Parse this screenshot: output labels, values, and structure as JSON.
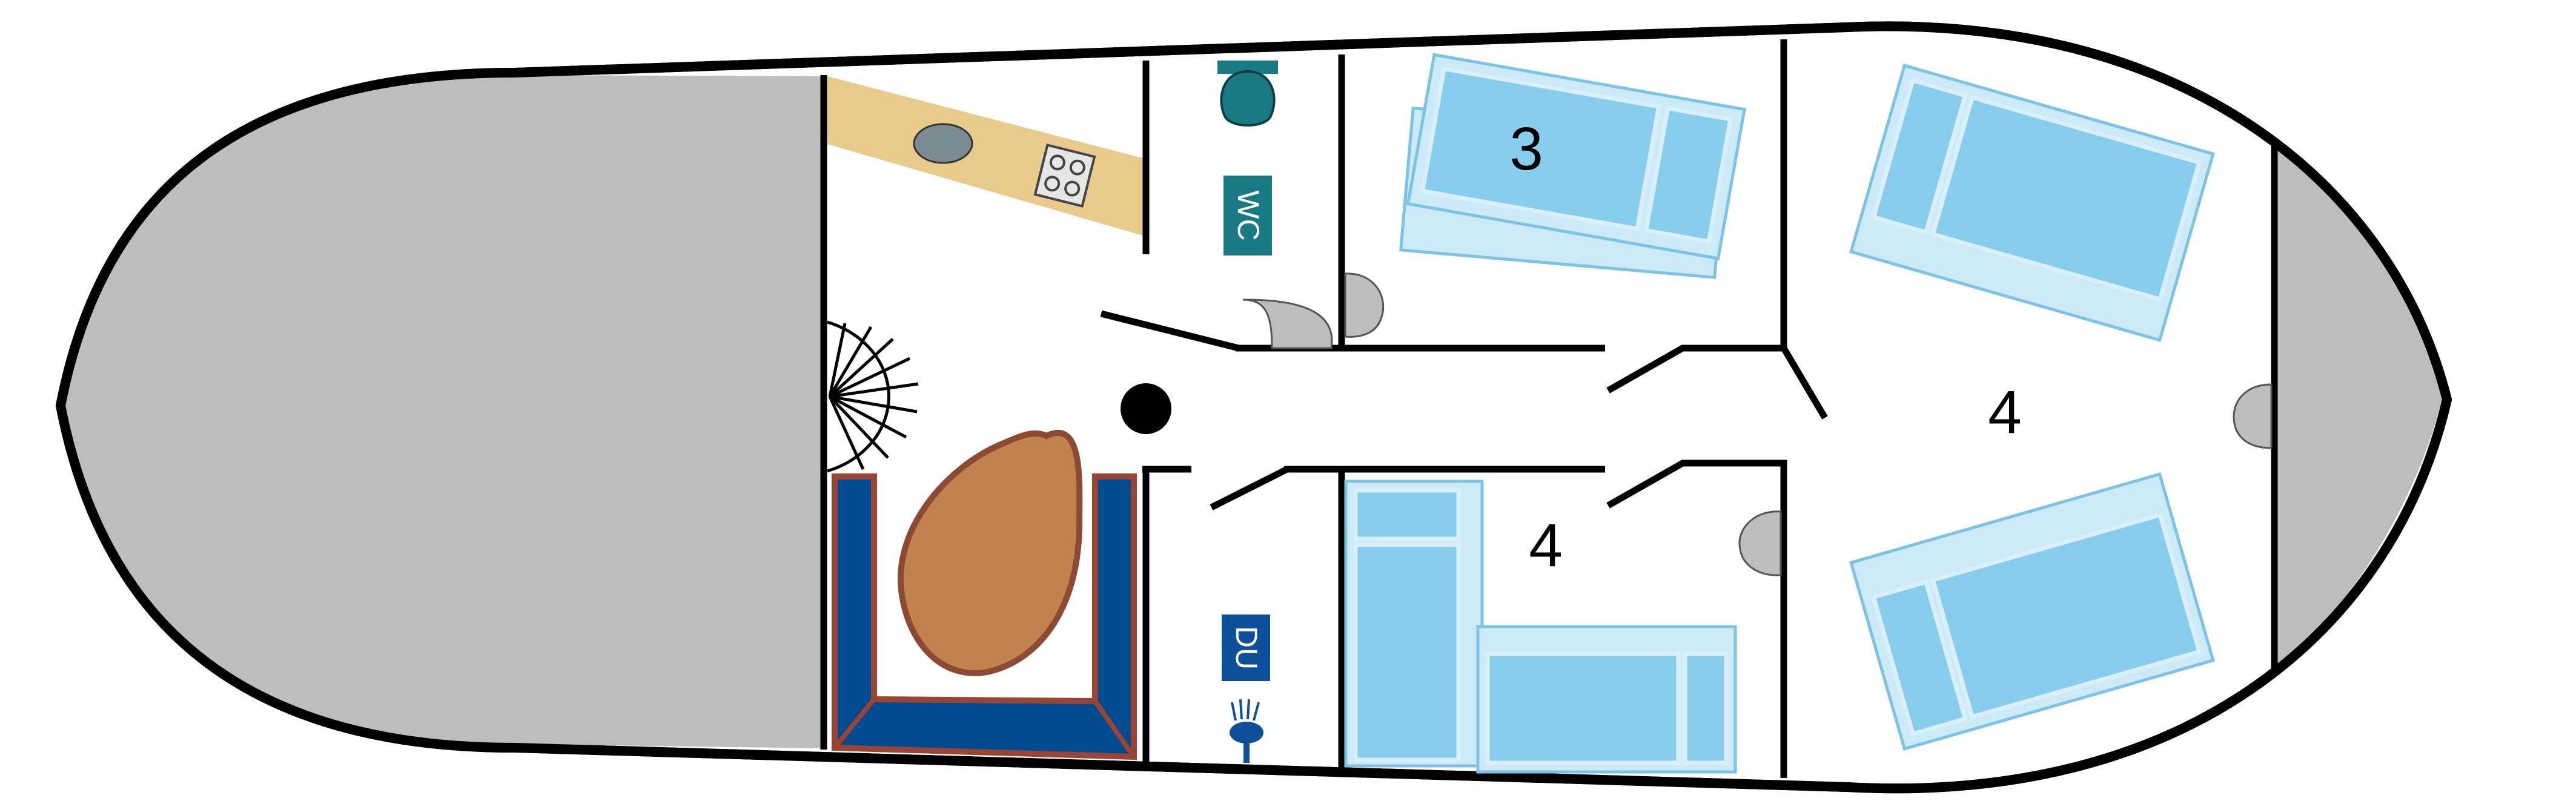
{
  "rooms": {
    "front_cabin_right": {
      "label": "3"
    },
    "front_cabin_right_lower": {
      "label": "4"
    },
    "bow_cabin": {
      "label": "4"
    }
  },
  "signs": {
    "wc": {
      "label": "WC",
      "color": "#1a7a84"
    },
    "du": {
      "label": "DU",
      "color": "#0e4f99"
    }
  },
  "colors": {
    "hull_stroke": "#000000",
    "end_spaces": "#bdbdbd",
    "kitchen_counter": "#e8cb8a",
    "bench": "#004a8f",
    "bench_border": "#9b4433",
    "table": "#c28250",
    "table_border": "#8d4a33",
    "bed_frame": "#cdeaf8",
    "bed_mattress": "#86cdee",
    "toilet": "#1a7a84"
  },
  "icons": {
    "stove": "stove-icon",
    "sink": "sink-icon",
    "toilet": "toilet-icon",
    "shower": "shower-head-icon",
    "spiral_stairs": "spiral-stairs-icon",
    "mast_post": "post-icon"
  }
}
